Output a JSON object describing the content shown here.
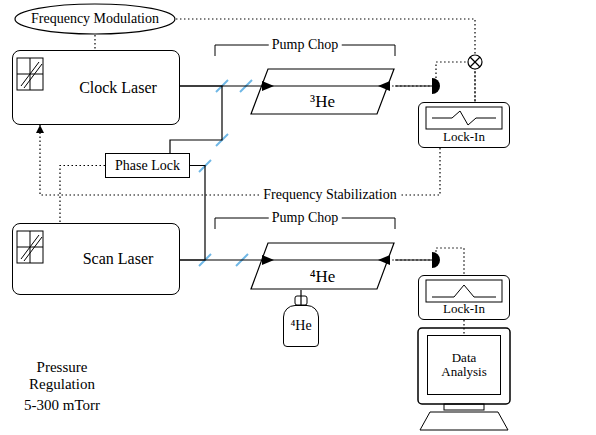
{
  "diagram": {
    "nodes": [
      {
        "text": [
          "Frequency Modulation"
        ]
      },
      {
        "text": [
          "Clock Laser"
        ]
      },
      {
        "text": [
          "³He"
        ]
      },
      {
        "text": [
          "Lock-In"
        ]
      },
      {
        "text": [
          "Phase Lock"
        ]
      },
      {
        "text": [
          "Scan Laser"
        ]
      },
      {
        "text": [
          "⁴He"
        ]
      },
      {
        "text": [
          "Lock-In"
        ]
      },
      {
        "text": [
          "⁴He"
        ]
      },
      {
        "text": [
          "Data Analysis"
        ]
      }
    ],
    "edges": [
      {
        "from": 0,
        "to": 1,
        "arrow": "none"
      },
      {
        "from": 0,
        "to": 3,
        "arrow": "none"
      },
      {
        "from": 1,
        "to": 2,
        "arrow": "none"
      },
      {
        "from": 2,
        "to": 3,
        "arrow": "none"
      },
      {
        "from": 3,
        "to": 1,
        "arrow": "to",
        "label": "Frequency Stabilization"
      },
      {
        "from": 1,
        "to": 4,
        "arrow": "none"
      },
      {
        "from": 5,
        "to": 4,
        "arrow": "none"
      },
      {
        "from": 4,
        "to": 5,
        "arrow": "none"
      },
      {
        "from": 5,
        "to": 6,
        "arrow": "none"
      },
      {
        "from": 6,
        "to": 7,
        "arrow": "none"
      },
      {
        "from": 7,
        "to": 9,
        "arrow": "none"
      },
      {
        "from": 8,
        "to": 6,
        "arrow": "none"
      }
    ],
    "labels": [
      "Pump Chop",
      "Pump Chop",
      "Pressure Regulation",
      "5-300 mTorr"
    ]
  }
}
